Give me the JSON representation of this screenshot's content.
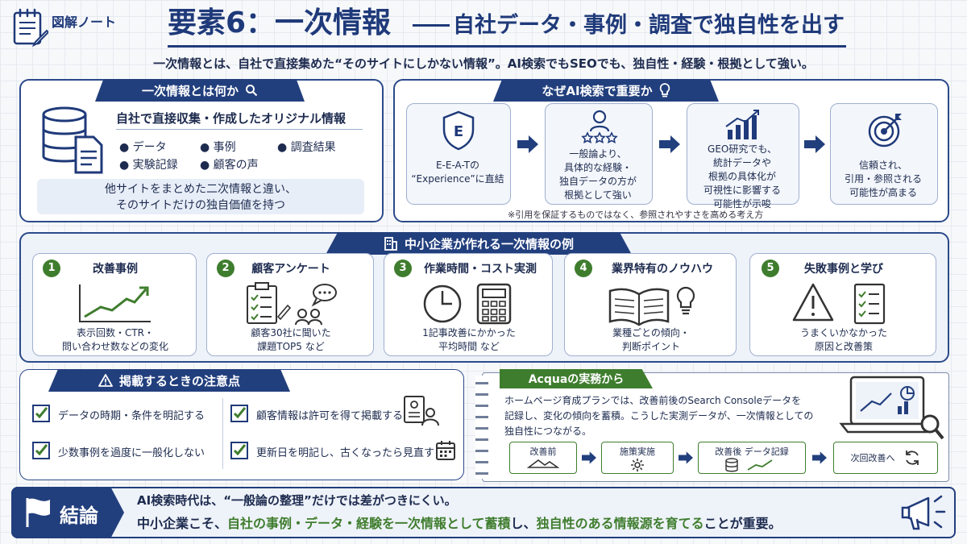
{
  "header": {
    "notebook_label": "図解ノート",
    "title": "要素6：一次情報",
    "subtitle": "自社データ・事例・調査で独自性を出す",
    "lead": "一次情報とは、自社で直接集めた“そのサイトにしかない情報”。AI検索でもSEOでも、独自性・経験・根拠として強い。"
  },
  "what": {
    "title": "一次情報とは何か",
    "heading": "自社で直接収集・作成したオリジナル情報",
    "items": [
      "データ",
      "事例",
      "調査結果",
      "実験記録",
      "顧客の声"
    ],
    "note_line1": "他サイトをまとめた二次情報と違い、",
    "note_line2": "そのサイトだけの独自価値を持つ"
  },
  "why": {
    "title": "なぜAI検索で重要か",
    "steps": [
      {
        "line1": "E-E-A-Tの",
        "line2": "“Experience”に直結",
        "badge": "E"
      },
      {
        "line1": "一般論より、",
        "line2": "具体的な経験・",
        "line3": "独自データの方が",
        "line4": "根拠として強い"
      },
      {
        "line1": "GEO研究でも、",
        "line2": "統計データや",
        "line3": "根拠の具体化が",
        "line4": "可視性に影響する",
        "line5": "可能性が示唆"
      },
      {
        "line1": "信頼され、",
        "line2": "引用・参照される",
        "line3": "可能性が高まる"
      }
    ],
    "footnote": "※引用を保証するものではなく、参照されやすさを高める考え方"
  },
  "examples": {
    "title": "中小企業が作れる一次情報の例",
    "items": [
      {
        "num": "1",
        "title": "改善事例",
        "line1": "表示回数・CTR・",
        "line2": "問い合わせ数などの変化"
      },
      {
        "num": "2",
        "title": "顧客アンケート",
        "line1": "顧客30社に聞いた",
        "line2": "課題TOP5 など"
      },
      {
        "num": "3",
        "title": "作業時間・コスト実測",
        "line1": "1記事改善にかかった",
        "line2": "平均時間 など"
      },
      {
        "num": "4",
        "title": "業界特有のノウハウ",
        "line1": "業種ごとの傾向・",
        "line2": "判断ポイント"
      },
      {
        "num": "5",
        "title": "失敗事例と学び",
        "line1": "うまくいかなかった",
        "line2": "原因と改善策"
      }
    ]
  },
  "caution": {
    "title": "掲載するときの注意点",
    "items": [
      "データの時期・条件を明記する",
      "顧客情報は許可を得て掲載する",
      "少数事例を過度に一般化しない",
      "更新日を明記し、古くなったら見直す"
    ]
  },
  "acqua": {
    "tab": "Acquaの実務から",
    "line1": "ホームページ育成プランでは、改善前後のSearch Consoleデータを",
    "line2": "記録し、変化の傾向を蓄積。こうした実測データが、一次情報としての",
    "line3": "独自性につながる。",
    "flow": [
      "改善前",
      "施策実施",
      "改善後 データ記録",
      "次回改善へ"
    ]
  },
  "conclusion": {
    "label": "結論",
    "line1": "AI検索時代は、“一般論の整理”だけでは差がつきにくい。",
    "line2_pre": "中小企業こそ、",
    "line2_em1": "自社の事例・データ・経験を一次情報として蓄積",
    "line2_mid": "し、",
    "line2_em2": "独自性のある情報源を育てる",
    "line2_post": "ことが重要。"
  },
  "colors": {
    "navy": "#223f7d",
    "green": "#3f7d2e",
    "light_blue": "#e8eef8"
  }
}
